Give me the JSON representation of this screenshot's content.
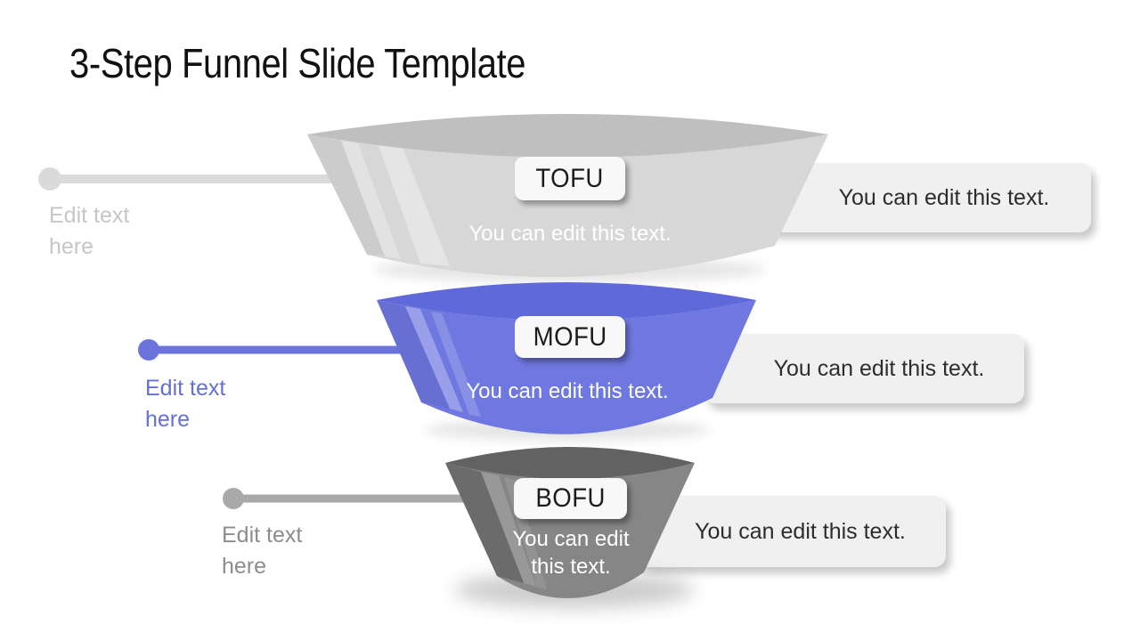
{
  "slide": {
    "title": "3-Step Funnel Slide Template",
    "title_color": "#111111",
    "background": "#ffffff"
  },
  "tag_style": {
    "bg": "#f8f8f8",
    "text_color": "#1c1c1c"
  },
  "note_style": {
    "bg": "#f0f0f0",
    "text_color": "#2d2d2d"
  },
  "funnel_text_color": "#ffffff",
  "steps": [
    {
      "id": "tofu",
      "tag": "TOFU",
      "funnel_text": "You can edit this text.",
      "connector_label": "Edit text here",
      "note_text": "You can edit this text.",
      "colors": {
        "funnel_body": "#d7d7d7",
        "funnel_top": "#bfbfbf",
        "connector": "#dadada",
        "label_text": "#c6c6c6"
      }
    },
    {
      "id": "mofu",
      "tag": "MOFU",
      "funnel_text": "You can edit this text.",
      "connector_label": "Edit text here",
      "note_text": "You can edit this text.",
      "colors": {
        "funnel_body": "#6e78e0",
        "funnel_top": "#5f69d9",
        "connector": "#6b74dc",
        "label_text": "#6470d5"
      }
    },
    {
      "id": "bofu",
      "tag": "BOFU",
      "funnel_text": "You can edit this text.",
      "connector_label": "Edit text here",
      "note_text": "You can edit this text.",
      "colors": {
        "funnel_body": "#868686",
        "funnel_top": "#626262",
        "connector": "#a9a9a9",
        "label_text": "#8d8d8d"
      }
    }
  ]
}
